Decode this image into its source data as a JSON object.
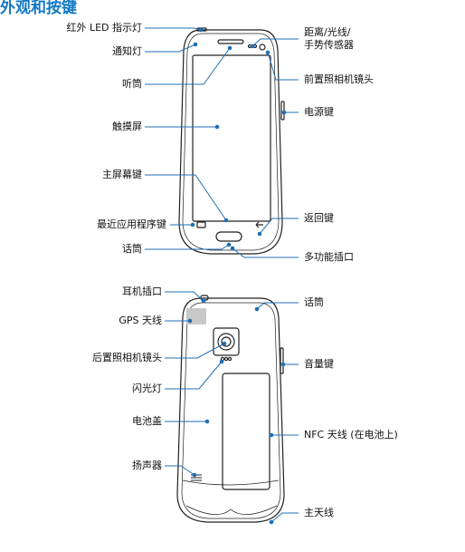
{
  "header": {
    "title": "外观和按键"
  },
  "front": {
    "left_labels": [
      {
        "id": "ir-led",
        "text": "红外 LED 指示灯"
      },
      {
        "id": "notification-light",
        "text": "通知灯"
      },
      {
        "id": "earpiece",
        "text": "听筒"
      },
      {
        "id": "touchscreen",
        "text": "触摸屏"
      },
      {
        "id": "home-key",
        "text": "主屏幕键"
      },
      {
        "id": "recent-apps-key",
        "text": "最近应用程序键"
      },
      {
        "id": "microphone",
        "text": "话筒"
      }
    ],
    "right_labels": [
      {
        "id": "proximity-sensor",
        "text": "距离/光线/\n手势传感器"
      },
      {
        "id": "front-camera",
        "text": "前置照相机镜头"
      },
      {
        "id": "power-key",
        "text": "电源键"
      },
      {
        "id": "back-key",
        "text": "返回键"
      },
      {
        "id": "multipurpose-jack",
        "text": "多功能插口"
      }
    ]
  },
  "back": {
    "left_labels": [
      {
        "id": "headset-jack",
        "text": "耳机插口"
      },
      {
        "id": "gps-antenna",
        "text": "GPS 天线"
      },
      {
        "id": "rear-camera",
        "text": "后置照相机镜头"
      },
      {
        "id": "flash",
        "text": "闪光灯"
      },
      {
        "id": "back-cover",
        "text": "电池盖"
      },
      {
        "id": "speaker",
        "text": "扬声器"
      }
    ],
    "right_labels": [
      {
        "id": "microphone-top",
        "text": "话筒"
      },
      {
        "id": "volume-key",
        "text": "音量键"
      },
      {
        "id": "nfc-antenna",
        "text": "NFC 天线 (在电池上)"
      },
      {
        "id": "main-antenna",
        "text": "主天线"
      }
    ]
  },
  "colors": {
    "leader": "#1f6fb5",
    "outline": "#222222",
    "header": "#1279c6",
    "gps_patch": "#c8c8c8"
  }
}
